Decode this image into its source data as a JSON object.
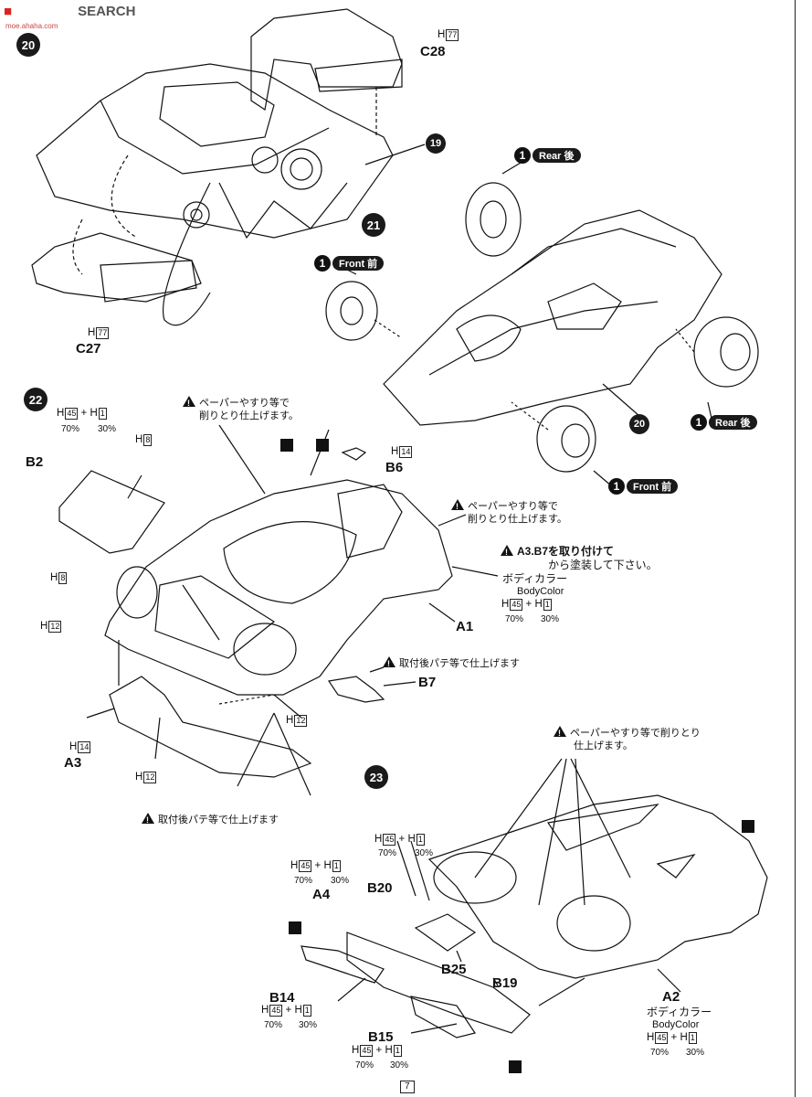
{
  "header": {
    "watermark": "SEARCH",
    "watermark_sub": "moe.ahaha.com"
  },
  "steps": {
    "s20": "20",
    "s21": "21",
    "s22": "22",
    "s23": "23",
    "s19": "19",
    "s20b": "20"
  },
  "parts": {
    "c28": "C28",
    "c27": "C27",
    "b2": "B2",
    "b6": "B6",
    "a1": "A1",
    "b7": "B7",
    "a3": "A3",
    "a4": "A4",
    "b20": "B20",
    "b25": "B25",
    "b19": "B19",
    "b14": "B14",
    "b15": "B15",
    "a2": "A2"
  },
  "badges": {
    "rear_top": {
      "num": "1",
      "label": "Rear 後"
    },
    "front_left": {
      "num": "1",
      "label": "Front 前"
    },
    "rear_right": {
      "num": "1",
      "label": "Rear 後"
    },
    "front_bottom": {
      "num": "1",
      "label": "Front 前"
    }
  },
  "colors": {
    "h77": "77",
    "h8": "8",
    "h12": "12",
    "h14": "14",
    "h45": "45",
    "h1": "1",
    "h_prefix": "H",
    "plus": "+",
    "pct70": "70%",
    "pct30": "30%"
  },
  "notes": {
    "sand_trim_1": "ペーパーやすり等で",
    "sand_trim_2": "削りとり仕上げます。",
    "sand_trim_b1": "ペーパーやすり等で",
    "sand_trim_b2": "削りとり仕上げます。",
    "paint_after_1": "A3.B7を取り付けて",
    "paint_after_2": "から塗装して下さい。",
    "body_color_jp": "ボディカラー",
    "body_color_en": "BodyColor",
    "putty_b7": "取付後パテ等で仕上げます",
    "putty_a3": "取付後パテ等で仕上げます",
    "sand_23_1": "ペーパーやすり等で削りとり",
    "sand_23_2": "仕上げます。",
    "body_color_jp2": "ボディカラー",
    "body_color_en2": "BodyColor"
  },
  "page": {
    "number": "7"
  }
}
